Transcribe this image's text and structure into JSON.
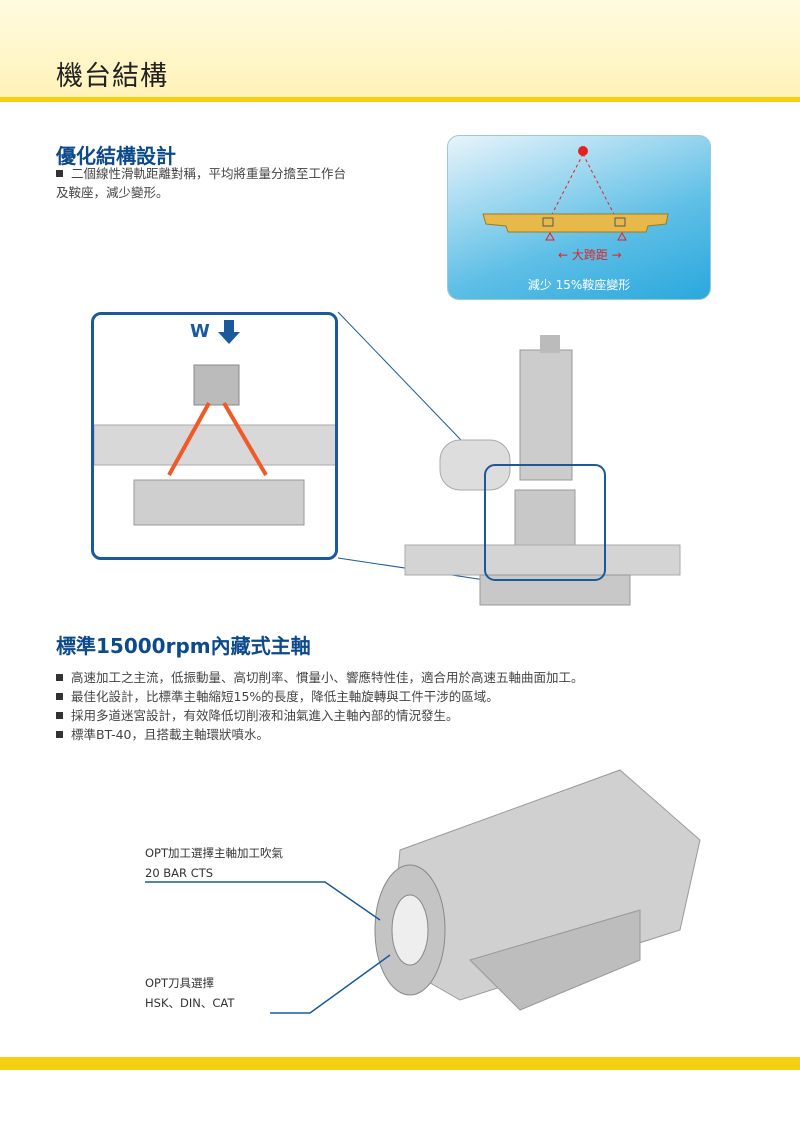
{
  "header": {
    "title": "機台結構"
  },
  "section1": {
    "title": "優化結構設計",
    "bullet": "二個線性滑軌距離對稱，平均將重量分擔至工作台及鞍座，減少變形。",
    "diagram": {
      "span_label": "← 大跨距 →",
      "caption": "減少 15%鞍座變形"
    },
    "load_label": "W"
  },
  "section2": {
    "title": "標準15000rpm內藏式主軸",
    "bullets": [
      "高速加工之主流，低振動量、高切削率、慣量小、響應特性佳，適合用於高速五軸曲面加工。",
      "最佳化設計，比標準主軸縮短15%的長度，降低主軸旋轉與工件干涉的區域。",
      "採用多道迷宮設計，有效降低切削液和油氣進入主軸內部的情況發生。",
      "標準BT-40，且搭載主軸環狀噴水。"
    ],
    "callouts": [
      {
        "line1": "OPT加工選擇主軸加工吹氣",
        "line2": "20 BAR CTS"
      },
      {
        "line1": "OPT刀具選擇",
        "line2": "HSK、DIN、CAT"
      }
    ]
  }
}
